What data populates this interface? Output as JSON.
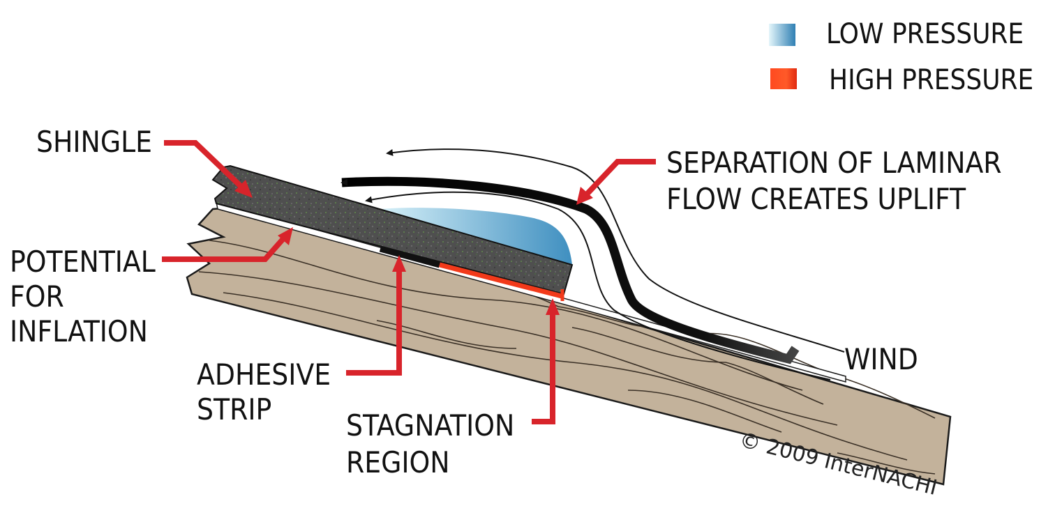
{
  "legend": {
    "low_pressure": "LOW PRESSURE",
    "high_pressure": "HIGH PRESSURE"
  },
  "labels": {
    "shingle": "SHINGLE",
    "separation_line1": "SEPARATION OF LAMINAR",
    "separation_line2": "FLOW CREATES UPLIFT",
    "potential_line1": "POTENTIAL",
    "potential_line2": "FOR",
    "potential_line3": "INFLATION",
    "adhesive_line1": "ADHESIVE",
    "adhesive_line2": "STRIP",
    "stagnation_line1": "STAGNATION",
    "stagnation_line2": "REGION",
    "wind": "WIND"
  },
  "copyright": "© 2009 InterNACHI",
  "colors": {
    "wood": "#c3b29b",
    "shingle": "#4a4a4a",
    "low_pressure_light": "#d6f0f8",
    "low_pressure_dark": "#3f8fc0",
    "high_pressure": "#f23a1a",
    "callout_red": "#d8242b",
    "adhesive": "#111111",
    "flow": "#111111"
  }
}
